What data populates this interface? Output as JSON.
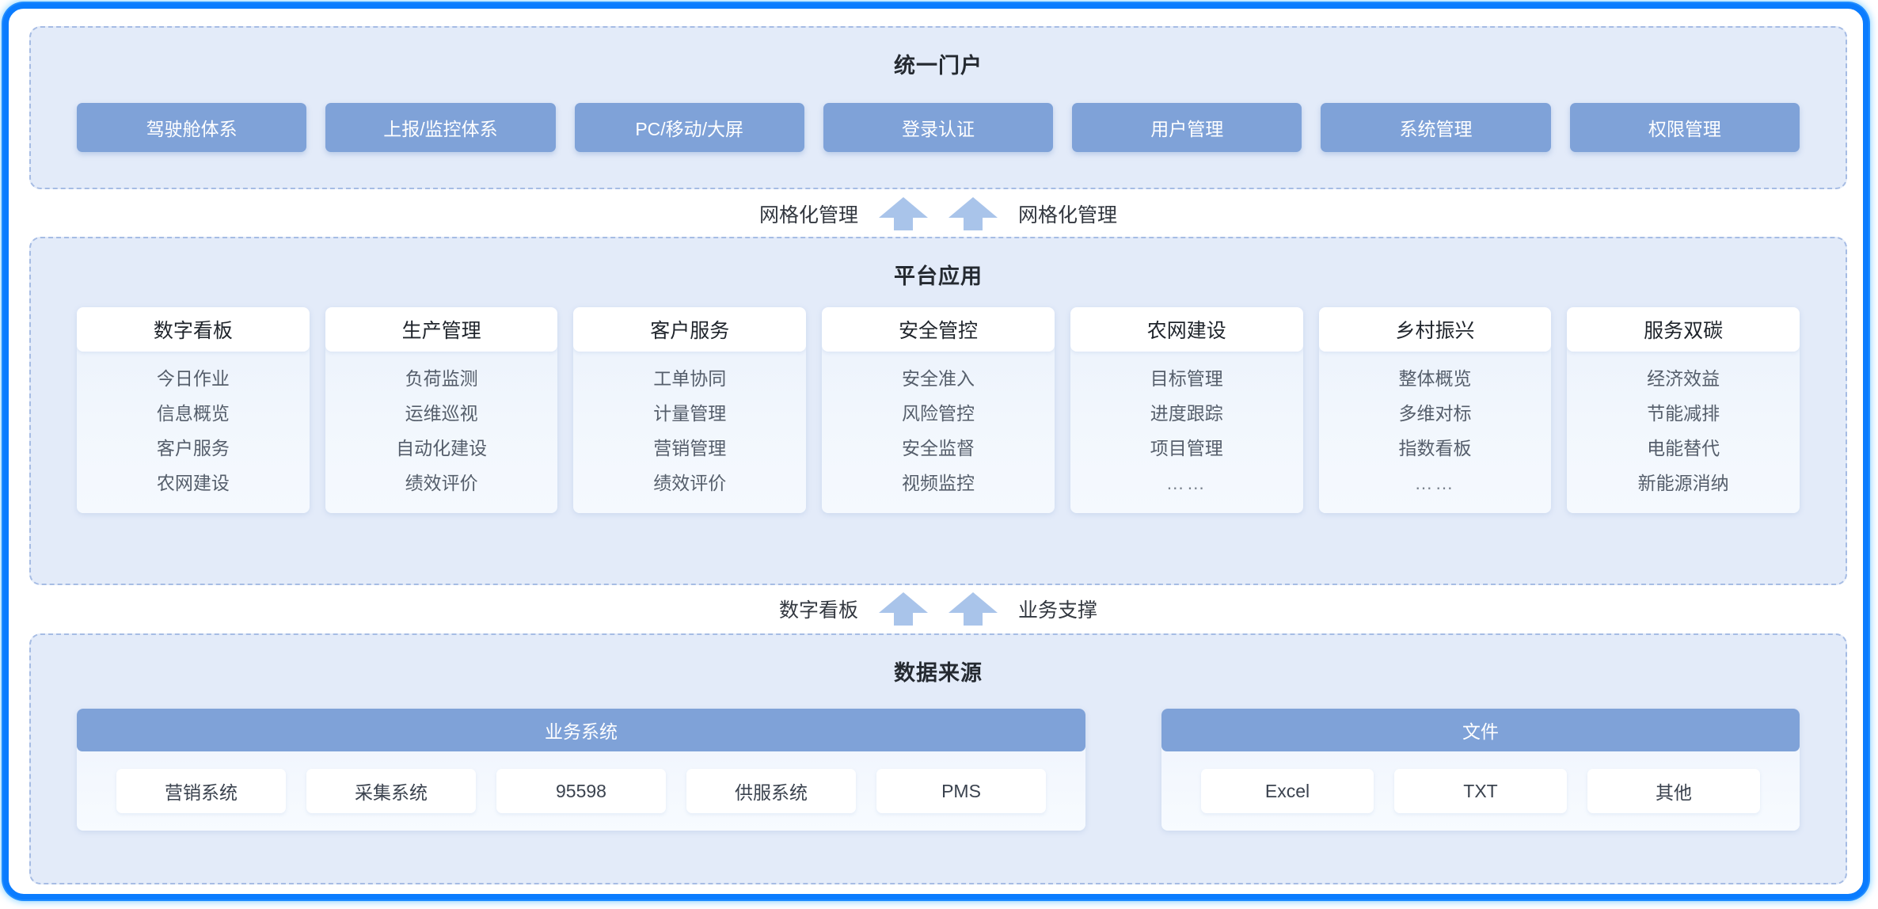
{
  "portal": {
    "title": "统一门户",
    "buttons": [
      "驾驶舱体系",
      "上报/监控体系",
      "PC/移动/大屏",
      "登录认证",
      "用户管理",
      "系统管理",
      "权限管理"
    ]
  },
  "connector_top": {
    "left_label": "网格化管理",
    "right_label": "网格化管理",
    "left_arrow": "arrow-up-icon",
    "right_arrow": "arrow-up-icon"
  },
  "connector_bottom": {
    "left_label": "数字看板",
    "right_label": "业务支撑",
    "left_arrow": "arrow-up-icon",
    "right_arrow": "arrow-up-icon"
  },
  "platform": {
    "title": "平台应用",
    "cards": [
      {
        "title": "数字看板",
        "items": [
          "今日作业",
          "信息概览",
          "客户服务",
          "农网建设"
        ]
      },
      {
        "title": "生产管理",
        "items": [
          "负荷监测",
          "运维巡视",
          "自动化建设",
          "绩效评价"
        ]
      },
      {
        "title": "客户服务",
        "items": [
          "工单协同",
          "计量管理",
          "营销管理",
          "绩效评价"
        ]
      },
      {
        "title": "安全管控",
        "items": [
          "安全准入",
          "风险管控",
          "安全监督",
          "视频监控"
        ]
      },
      {
        "title": "农网建设",
        "items": [
          "目标管理",
          "进度跟踪",
          "项目管理",
          "……"
        ]
      },
      {
        "title": "乡村振兴",
        "items": [
          "整体概览",
          "多维对标",
          "指数看板",
          "……"
        ]
      },
      {
        "title": "服务双碳",
        "items": [
          "经济效益",
          "节能减排",
          "电能替代",
          "新能源消纳"
        ]
      }
    ]
  },
  "source": {
    "title": "数据来源",
    "groups": [
      {
        "title": "业务系统",
        "items": [
          "营销系统",
          "采集系统",
          "95598",
          "供服系统",
          "PMS"
        ]
      },
      {
        "title": "文件",
        "items": [
          "Excel",
          "TXT",
          "其他"
        ]
      }
    ]
  },
  "colors": {
    "outer_border": "#0a7cff",
    "band_fill": "#e3ebf9",
    "band_border": "#a6bce4",
    "accent_blue": "#7fa2d8",
    "arrow_blue": "#a9c4ea",
    "card_white": "#ffffff"
  }
}
